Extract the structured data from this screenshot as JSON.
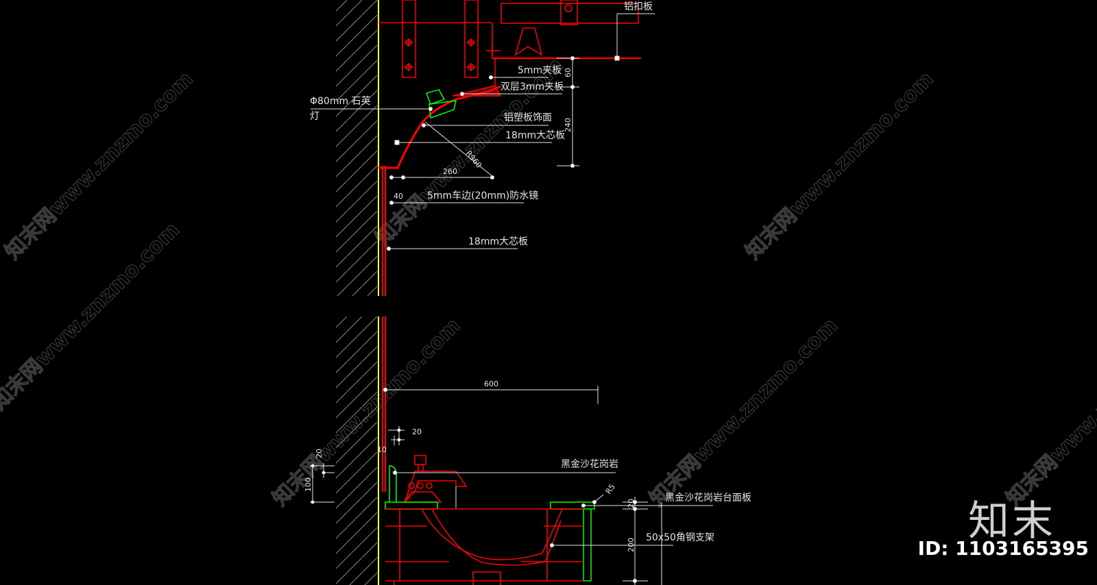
{
  "drawing": {
    "title": "Washbasin and mirror wall section detail",
    "colors": {
      "background": "#000000",
      "red": "#ff0000",
      "green": "#00ff00",
      "yellow": "#ffff00",
      "white": "#e6e6e6",
      "hatch": "#808080"
    },
    "labels": {
      "aluminum_buckle_plate": "铝扣板",
      "plywood_5mm": "5mm夹板",
      "double_plywood_3mm": "双层3mm夹板",
      "quartz_lamp_line1": "Φ80mm 石英",
      "quartz_lamp_line2": "灯",
      "aluminum_plastic_facing": "铝塑板饰面",
      "blockboard_18mm_upper": "18mm大芯板",
      "mirror": "5mm车边(20mm)防水镜",
      "blockboard_18mm_lower": "18mm大芯板",
      "granite": "黑金沙花岗岩",
      "granite_countertop": "黑金沙花岗岩台面板",
      "angle_steel_bracket": "50x50角钢支架"
    },
    "dimensions": {
      "d60": "60",
      "d240": "240",
      "r960": "R960",
      "d260": "260",
      "d40": "40",
      "d600": "600",
      "d20_right": "20",
      "d10": "10",
      "d20_left": "20",
      "d100": "100",
      "r5": "R5",
      "d20_counter": "20",
      "d200": "200"
    }
  },
  "watermark": {
    "text": "知末网www.znzmo.com",
    "brand": "知末",
    "id_text": "ID: 1103165395"
  }
}
